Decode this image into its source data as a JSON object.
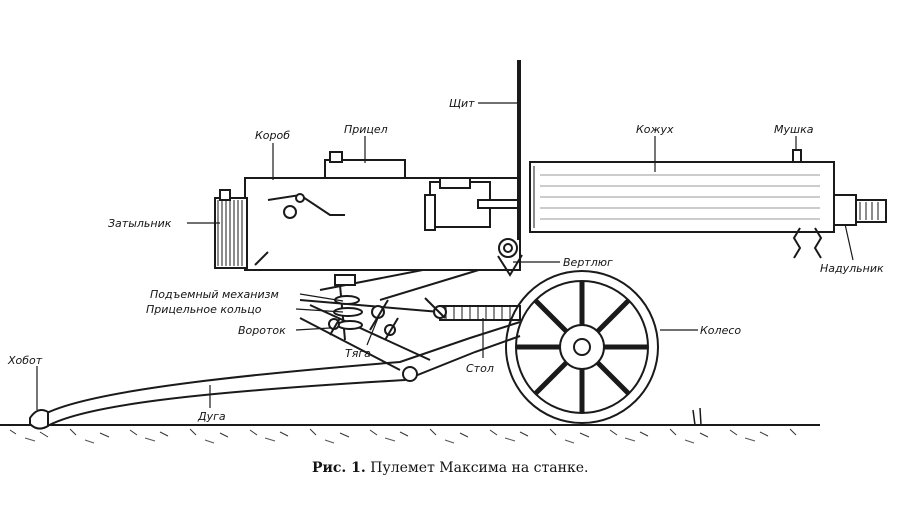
{
  "labels": {
    "shield": "Щит",
    "receiver": "Короб",
    "sight": "Прицел",
    "jacket": "Кожух",
    "front_sight": "Мушка",
    "butt_plate": "Затыльник",
    "swivel": "Вертлюг",
    "muzzle": "Надульник",
    "elevating_mechanism": "Подъемный механизм",
    "sight_ring": "Прицельное кольцо",
    "crank": "Вороток",
    "rod": "Тяга",
    "wheel": "Колесо",
    "table": "Стол",
    "trail_end": "Хобот",
    "trail_arc": "Дуга"
  },
  "caption": {
    "prefix": "Рис. 1.",
    "text": "Пулемет Максима на станке."
  }
}
